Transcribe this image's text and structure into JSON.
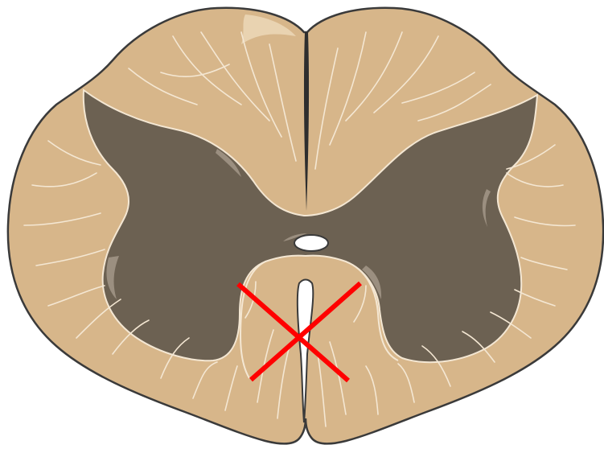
{
  "diagram": {
    "subject": "spinal-cord-cross-section",
    "colors": {
      "white_matter": "#D7B68A",
      "white_matter_highlight": "#E9D3B1",
      "outline": "#3A3A3A",
      "gray_matter": "#6C6152",
      "gray_matter_highlight": "#9B8F80",
      "fiber_lines": "#F4E7D3",
      "central_canal": "#FFFFFF",
      "fissure": "#2E2E2E",
      "lesion_mark": "#FF0000"
    },
    "parts": [
      {
        "key": "white_matter",
        "icon": "white-matter-region"
      },
      {
        "key": "gray_matter",
        "icon": "butterfly-gray-matter"
      },
      {
        "key": "central_canal",
        "icon": "central-canal"
      },
      {
        "key": "posterior_median_sulcus",
        "icon": "dark-median-line"
      },
      {
        "key": "anterior_median_fissure",
        "icon": "white-notch"
      },
      {
        "key": "lesion_marker",
        "icon": "red-x-mark"
      }
    ]
  }
}
